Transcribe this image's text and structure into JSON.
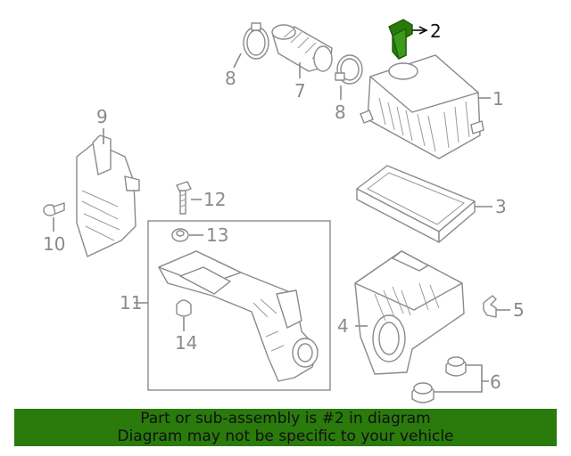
{
  "diagram": {
    "callouts": [
      {
        "id": "c1",
        "text": "1",
        "highlight": false
      },
      {
        "id": "c2",
        "text": "2",
        "highlight": true
      },
      {
        "id": "c3",
        "text": "3",
        "highlight": false
      },
      {
        "id": "c4",
        "text": "4",
        "highlight": false
      },
      {
        "id": "c5",
        "text": "5",
        "highlight": false
      },
      {
        "id": "c6",
        "text": "6",
        "highlight": false
      },
      {
        "id": "c7",
        "text": "7",
        "highlight": false
      },
      {
        "id": "c8a",
        "text": "8",
        "highlight": false
      },
      {
        "id": "c8b",
        "text": "8",
        "highlight": false
      },
      {
        "id": "c9",
        "text": "9",
        "highlight": false
      },
      {
        "id": "c10",
        "text": "10",
        "highlight": false
      },
      {
        "id": "c11",
        "text": "11",
        "highlight": false
      },
      {
        "id": "c12",
        "text": "12",
        "highlight": false
      },
      {
        "id": "c13",
        "text": "13",
        "highlight": false
      },
      {
        "id": "c14",
        "text": "14",
        "highlight": false
      }
    ],
    "highlight_color": "#2a7a0c",
    "line_color": "#8a8a8a"
  },
  "banner": {
    "line1": "Part or sub-assembly is #2 in diagram",
    "line2": "Diagram may not be specific to your vehicle",
    "background": "#2a7a0c"
  }
}
